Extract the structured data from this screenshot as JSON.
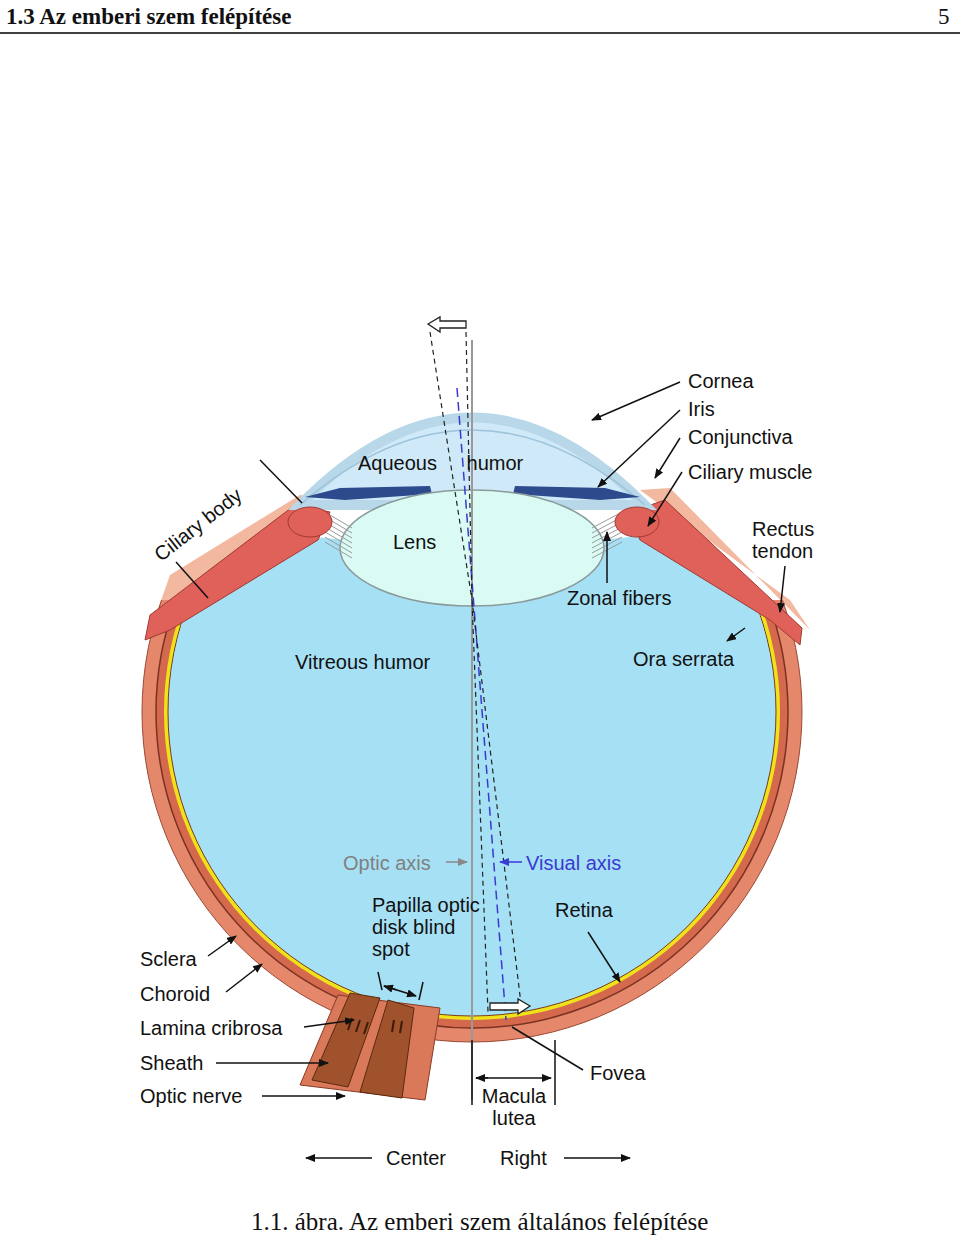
{
  "diagram": {
    "title": "1.3 Az emberi szem felépítése",
    "caption": "1.1. ábra. Az emberi szem általános felépítése",
    "labels": [
      "5",
      "Cornea",
      "Iris",
      "Conjunctiva",
      "Ciliary muscle",
      "Rectus tendon",
      "Aqueous humor",
      "Lens",
      "Ciliary body",
      "Zonal fibers",
      "Vitreous humor",
      "Ora serrata",
      "Optic axis",
      "Visual axis",
      "Papilla optic disk blind spot",
      "Retina",
      "Sclera",
      "Choroid",
      "Lamina cribrosa",
      "Sheath",
      "Optic nerve",
      "Macula lutea",
      "Fovea",
      "Center",
      "Right"
    ]
  }
}
